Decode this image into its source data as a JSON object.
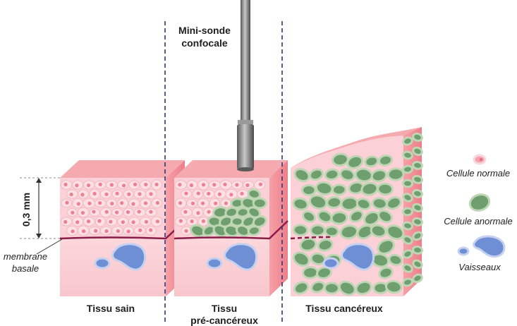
{
  "probe": {
    "label_line1": "Mini-sonde",
    "label_line2": "confocale"
  },
  "thickness": {
    "label": "0,3 mm"
  },
  "membrane": {
    "label_line1": "membrane",
    "label_line2": "basale"
  },
  "tissues": [
    {
      "label_line1": "Tissu sain",
      "label_line2": ""
    },
    {
      "label_line1": "Tissu",
      "label_line2": "pré-cancéreux"
    },
    {
      "label_line1": "Tissu cancéreux",
      "label_line2": ""
    }
  ],
  "legend": [
    {
      "label": "Cellule normale",
      "fill": "#f6a3b0",
      "stroke": "#f5d9dd"
    },
    {
      "label": "Cellule anormale",
      "fill": "#6f9e6f",
      "stroke": "#bfd6b5"
    },
    {
      "label": "Vaisseaux",
      "fill": "#6f8fd4",
      "stroke": "#c5d1ee"
    }
  ],
  "colors": {
    "tissue_top": "#f4aaaf",
    "tissue_front": "#fbd7dc",
    "tissue_side": "#f08a92",
    "stroma": "#fce2e5",
    "membrane": "#8a1c48",
    "divider": "#2a3778",
    "probe_body": "#7a7a7a"
  }
}
